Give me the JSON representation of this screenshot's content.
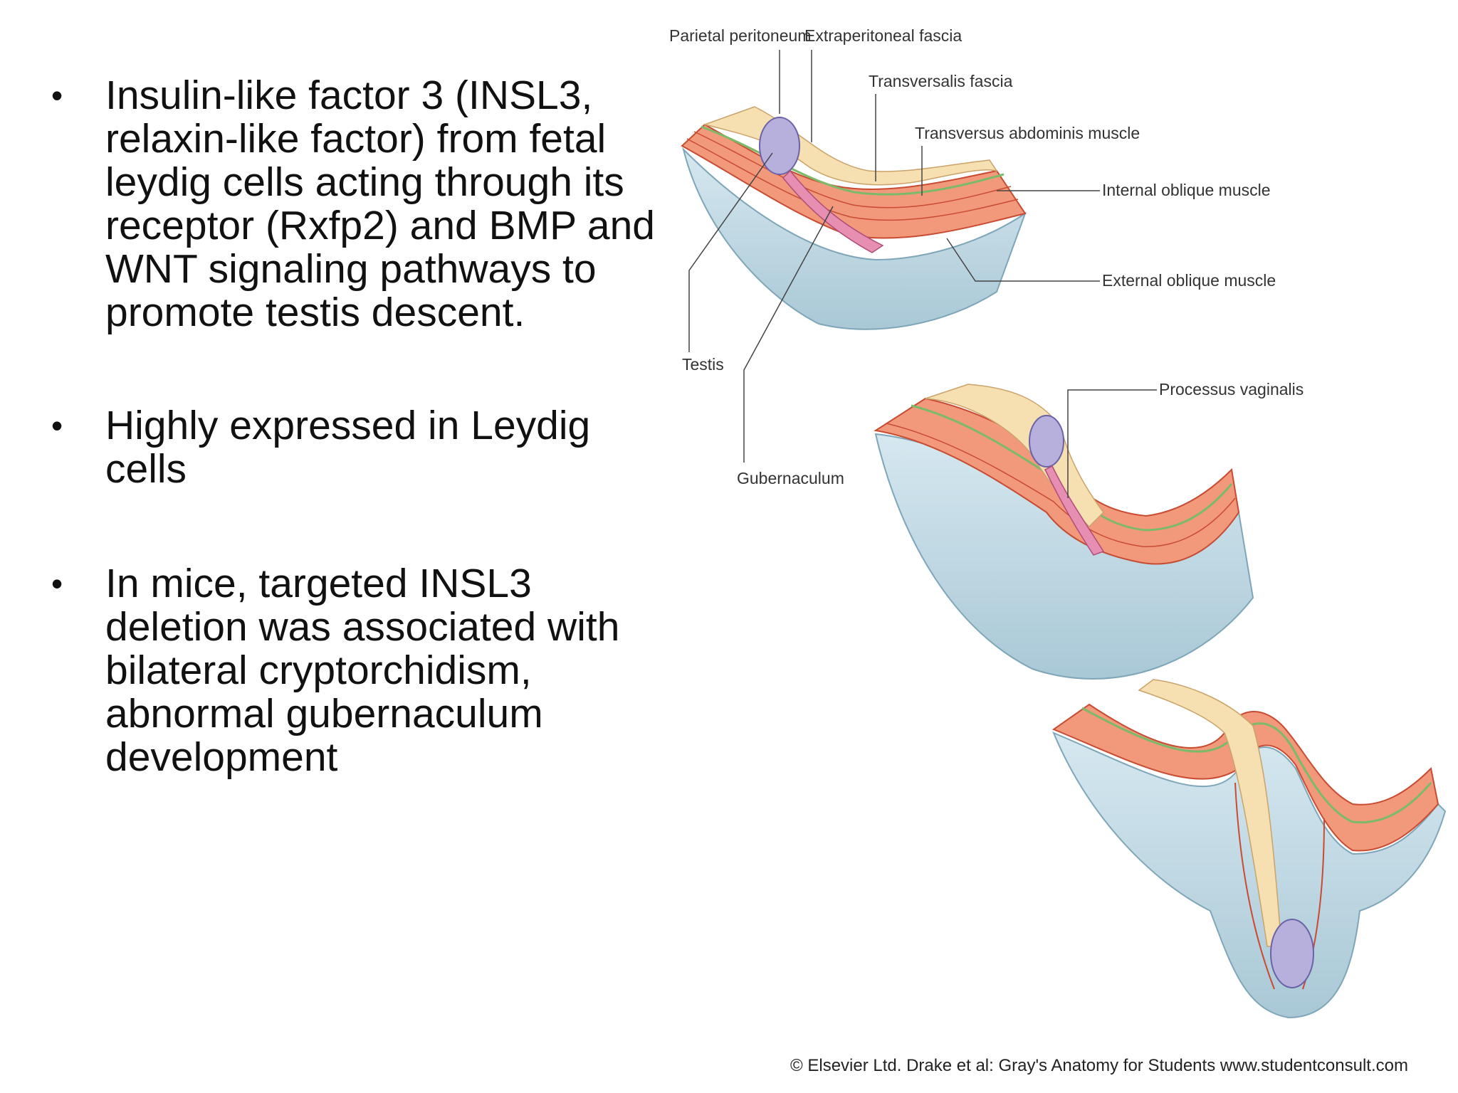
{
  "bullets": [
    "Insulin-like factor 3 (INSL3, relaxin-like factor) from fetal leydig cells acting through its receptor (Rxfp2) and BMP and WNT signaling pathways to promote testis descent.",
    "Highly expressed in Leydig cells",
    "In mice, targeted INSL3 deletion was associated with bilateral cryptorchidism, abnormal gubernaculum development"
  ],
  "bullet_symbol": "•",
  "diagram": {
    "labels": {
      "parietal_peritoneum": "Parietal peritoneum",
      "extraperitoneal_fascia": "Extraperitoneal fascia",
      "transversalis_fascia": "Transversalis fascia",
      "transversus_abdominis": "Transversus abdominis muscle",
      "internal_oblique": "Internal oblique muscle",
      "external_oblique": "External oblique muscle",
      "testis": "Testis",
      "processus_vaginalis": "Processus vaginalis",
      "gubernaculum": "Gubernaculum"
    },
    "credit": "© Elsevier Ltd. Drake et al: Gray's Anatomy for Students www.studentconsult.com"
  },
  "colors": {
    "wall": "#c5dde8",
    "wall_edge": "#7fa6b8",
    "muscle": "#f2997c",
    "muscle_line": "#c84b32",
    "fascia": "#f6dfb0",
    "green_layer": "#7cba6a",
    "testis": "#b7b0dd",
    "gubernaculum": "#e78fb2"
  }
}
